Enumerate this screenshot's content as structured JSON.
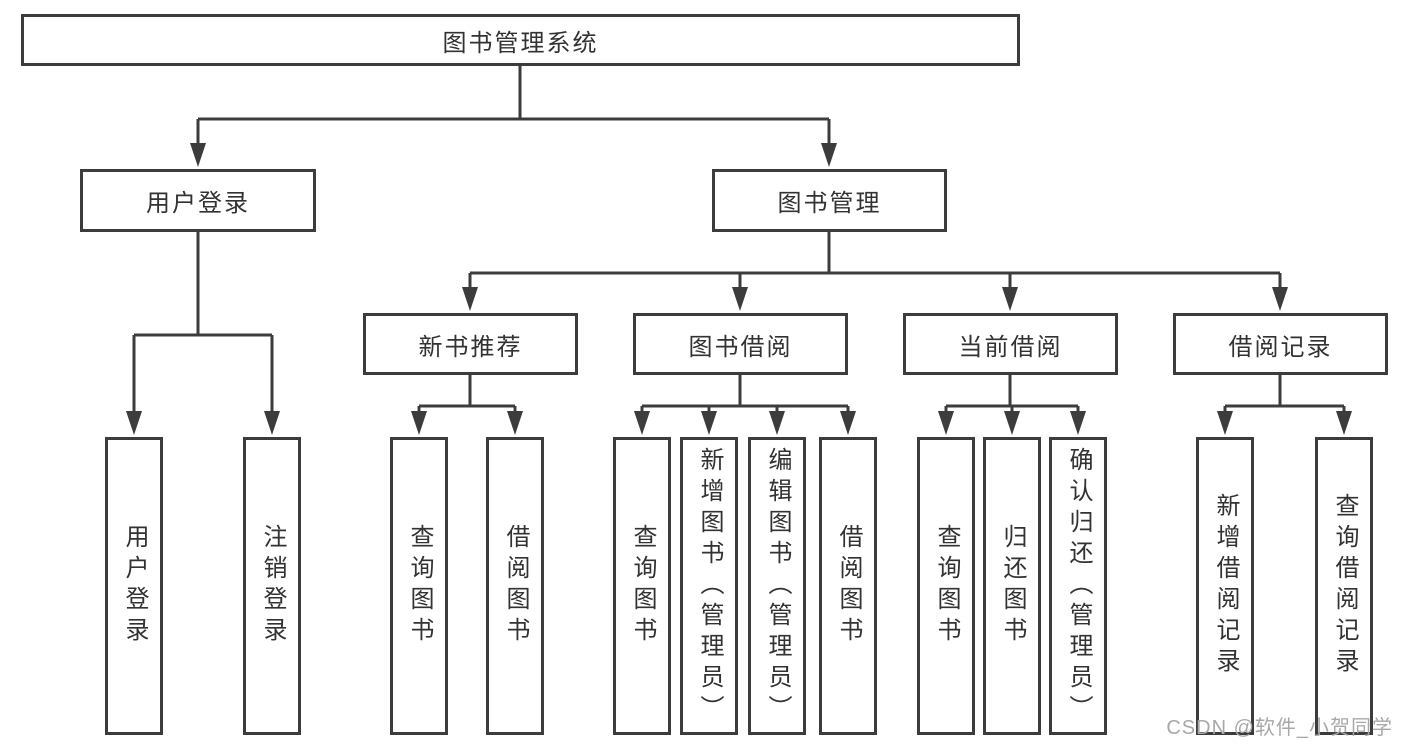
{
  "diagram": {
    "title": "图书管理系统",
    "root": {
      "label": "图书管理系统"
    },
    "level2": [
      {
        "label": "用户登录"
      },
      {
        "label": "图书管理"
      }
    ],
    "level3": [
      {
        "label": "新书推荐",
        "parent": "图书管理"
      },
      {
        "label": "图书借阅",
        "parent": "图书管理"
      },
      {
        "label": "当前借阅",
        "parent": "图书管理"
      },
      {
        "label": "借阅记录",
        "parent": "图书管理"
      }
    ],
    "leaves": [
      {
        "label": "用户登录",
        "parent": "用户登录"
      },
      {
        "label": "注销登录",
        "parent": "用户登录"
      },
      {
        "label": "查询图书",
        "parent": "新书推荐"
      },
      {
        "label": "借阅图书",
        "parent": "新书推荐"
      },
      {
        "label": "查询图书",
        "parent": "图书借阅"
      },
      {
        "label": "新增图书（管理员）",
        "parent": "图书借阅"
      },
      {
        "label": "编辑图书（管理员）",
        "parent": "图书借阅"
      },
      {
        "label": "借阅图书",
        "parent": "图书借阅"
      },
      {
        "label": "查询图书",
        "parent": "当前借阅"
      },
      {
        "label": "归还图书",
        "parent": "当前借阅"
      },
      {
        "label": "确认归还（管理员）",
        "parent": "当前借阅"
      },
      {
        "label": "新增借阅记录",
        "parent": "借阅记录"
      },
      {
        "label": "查询借阅记录",
        "parent": "借阅记录"
      }
    ],
    "watermark": "CSDN @软件_小贺同学",
    "colors": {
      "line": "#3c3c3c",
      "box_border": "#3c3c3c",
      "text": "#323232",
      "watermark": "#a8a8a8",
      "background": "#ffffff"
    }
  }
}
